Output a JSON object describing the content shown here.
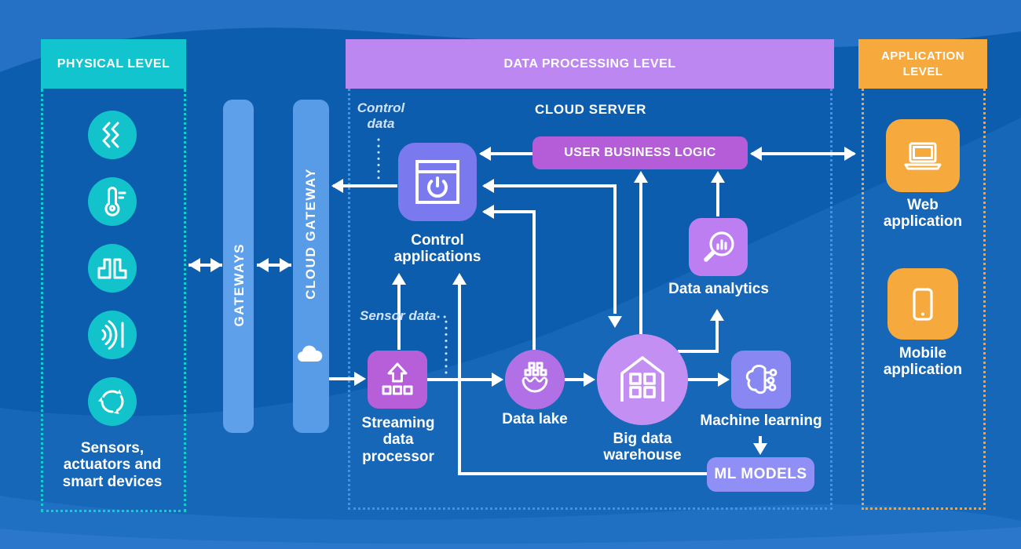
{
  "physical_level": {
    "header": "PHYSICAL LEVEL",
    "caption": "Sensors,\nactuators and\nsmart devices",
    "sensor_icons": [
      "vibration-sensor",
      "temperature-sensor",
      "signal-histogram-sensor",
      "proximity-sensor",
      "rotation-actuator"
    ]
  },
  "gateways": {
    "gateways_label": "GATEWAYS",
    "cloud_gateway_label": "CLOUD GATEWAY"
  },
  "data_processing_level": {
    "header": "DATA PROCESSING LEVEL",
    "cloud_server_title": "CLOUD SERVER",
    "user_business_logic": "USER BUSINESS LOGIC",
    "control_applications": "Control\napplications",
    "data_analytics": "Data analytics",
    "streaming_data_processor": "Streaming\ndata\nprocessor",
    "data_lake": "Data lake",
    "big_data_warehouse": "Big data\nwarehouse",
    "machine_learning": "Machine learning",
    "ml_models": "ML MODELS"
  },
  "application_level": {
    "header": "APPLICATION\nLEVEL",
    "web_application": "Web\napplication",
    "mobile_application": "Mobile\napplication"
  },
  "annotations": {
    "control_data": "Control\ndata",
    "sensor_data": "Sensor data"
  },
  "colors": {
    "background": "#0d5dae",
    "physical_header": "#11c4ce",
    "physical_dotted": "#17c9d3",
    "sensor_circle": "#12c3cc",
    "processing_header": "#bd87f2",
    "processing_dotted": "#4691e6",
    "application_header": "#f6a93c",
    "application_dotted": "#f3a43c",
    "gateway_bar": "#5fa0ea",
    "control_apps_box": "#7b79ee",
    "user_business_logic_box": "#b55cd8",
    "data_analytics_box": "#bd7ef2",
    "streaming_box": "#b75fd8",
    "data_lake_circle": "#b270e6",
    "warehouse_circle": "#c48ff2",
    "machine_learning_box": "#8987f2",
    "ml_models_box": "#908ff6",
    "app_boxes": "#f6a93c",
    "arrows": "#ffffff",
    "annotation_text": "#cfe3fa"
  }
}
